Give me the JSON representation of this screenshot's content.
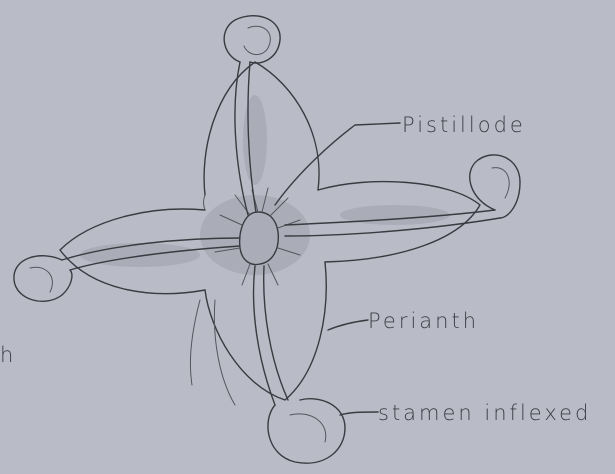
{
  "labels": {
    "pistillode": "Pistillode",
    "perianth": "Perianth",
    "stamen": "stamen inflexed",
    "edge_fragment": "h"
  },
  "colors": {
    "paper": "#b9bcc7",
    "pencil": "#3a3a40"
  }
}
